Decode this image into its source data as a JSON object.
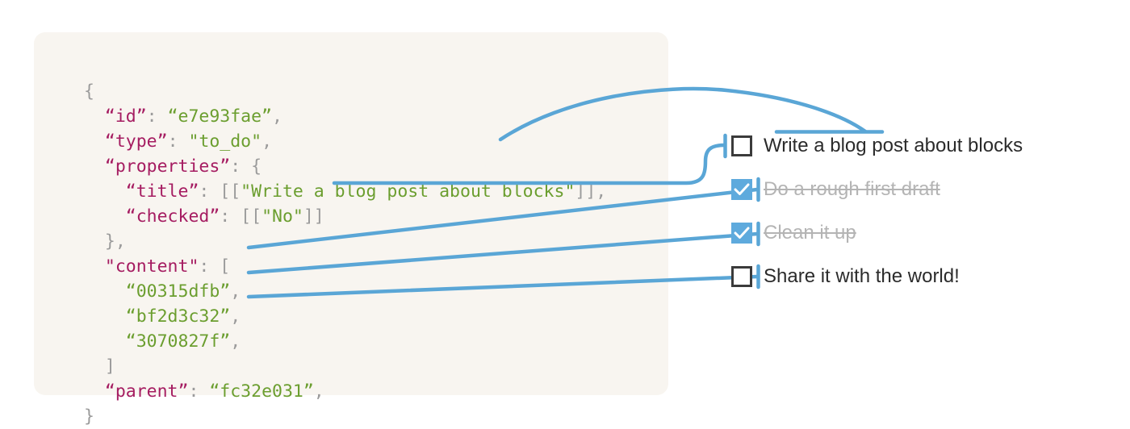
{
  "palette": {
    "page_background": "#ffffff",
    "panel_background": "#f8f5f0",
    "connector_blue": "#5aa6d6",
    "checkbox_checked_fill": "#5eaadd",
    "checkbox_unchecked_border": "#3b3b3b",
    "json_key": "#a51c61",
    "json_string": "#6b9e2f",
    "json_punctuation": "#9b9b9b",
    "label_text": "#2b2b2b",
    "label_done_text": "#b4b4b4"
  },
  "code_panel": {
    "language": "json",
    "lines": [
      {
        "indent": 0,
        "tokens": [
          {
            "t": "{",
            "c": "p"
          }
        ]
      },
      {
        "indent": 1,
        "tokens": [
          {
            "t": "“id”",
            "c": "k"
          },
          {
            "t": ": ",
            "c": "p"
          },
          {
            "t": "“e7e93fae”",
            "c": "s"
          },
          {
            "t": ",",
            "c": "p"
          }
        ]
      },
      {
        "indent": 1,
        "tokens": [
          {
            "t": "“type”",
            "c": "k"
          },
          {
            "t": ": ",
            "c": "p"
          },
          {
            "t": "\"to_do\"",
            "c": "s"
          },
          {
            "t": ",",
            "c": "p"
          }
        ]
      },
      {
        "indent": 1,
        "tokens": [
          {
            "t": "“properties”",
            "c": "k"
          },
          {
            "t": ": {",
            "c": "p"
          }
        ]
      },
      {
        "indent": 2,
        "tokens": [
          {
            "t": "“title”",
            "c": "k"
          },
          {
            "t": ": [[",
            "c": "p"
          },
          {
            "t": "\"Write a blog post about blocks\"",
            "c": "s"
          },
          {
            "t": "]],",
            "c": "p"
          }
        ]
      },
      {
        "indent": 2,
        "tokens": [
          {
            "t": "“checked”",
            "c": "k"
          },
          {
            "t": ": [[",
            "c": "p"
          },
          {
            "t": "\"No\"",
            "c": "s"
          },
          {
            "t": "]]",
            "c": "p"
          }
        ]
      },
      {
        "indent": 1,
        "tokens": [
          {
            "t": "},",
            "c": "p"
          }
        ]
      },
      {
        "indent": 1,
        "tokens": [
          {
            "t": "\"content\"",
            "c": "k"
          },
          {
            "t": ": [",
            "c": "p"
          }
        ]
      },
      {
        "indent": 2,
        "tokens": [
          {
            "t": "“00315dfb”",
            "c": "s"
          },
          {
            "t": ",",
            "c": "p"
          }
        ]
      },
      {
        "indent": 2,
        "tokens": [
          {
            "t": "“bf2d3c32”",
            "c": "s"
          },
          {
            "t": ",",
            "c": "p"
          }
        ]
      },
      {
        "indent": 2,
        "tokens": [
          {
            "t": "“3070827f”",
            "c": "s"
          },
          {
            "t": ",",
            "c": "p"
          }
        ]
      },
      {
        "indent": 1,
        "tokens": [
          {
            "t": "]",
            "c": "p"
          }
        ]
      },
      {
        "indent": 1,
        "tokens": [
          {
            "t": "“parent”",
            "c": "k"
          },
          {
            "t": ": ",
            "c": "p"
          },
          {
            "t": "“fc32e031”",
            "c": "s"
          },
          {
            "t": ",",
            "c": "p"
          }
        ]
      },
      {
        "indent": 0,
        "tokens": [
          {
            "t": "}",
            "c": "p"
          }
        ]
      }
    ]
  },
  "todo_list": {
    "items": [
      {
        "label": "Write a blog post about blocks",
        "checked": false,
        "strikethrough": false
      },
      {
        "label": "Do a rough first draft",
        "checked": true,
        "strikethrough": true
      },
      {
        "label": "Clean it up",
        "checked": true,
        "strikethrough": true
      },
      {
        "label": "Share it with the world!",
        "checked": false,
        "strikethrough": false
      }
    ]
  },
  "connectors": [
    {
      "name": "title-to-first-item",
      "from": "title-value",
      "to": "todo-item-0-label"
    },
    {
      "name": "checked-to-first-checkbox",
      "from": "checked-value",
      "to": "todo-item-0-checkbox"
    },
    {
      "name": "content-0-to-item-1",
      "from": "content-id-0",
      "to": "todo-item-1"
    },
    {
      "name": "content-1-to-item-2",
      "from": "content-id-1",
      "to": "todo-item-2"
    },
    {
      "name": "content-2-to-item-3",
      "from": "content-id-2",
      "to": "todo-item-3"
    }
  ]
}
